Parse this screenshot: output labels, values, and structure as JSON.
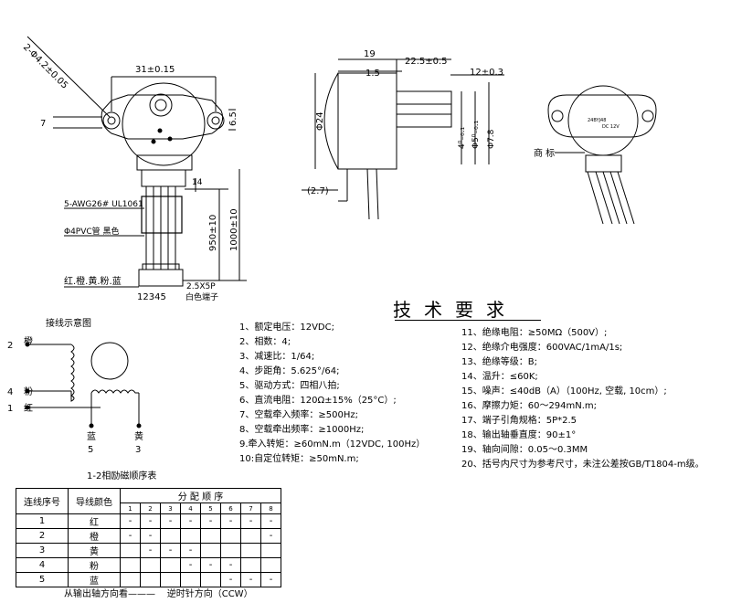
{
  "dims": {
    "hole_spec": "2-Φ4.2±0.05",
    "mount_spacing": "31±0.15",
    "dim_7": "7",
    "dim_6_5": "6.5",
    "wire_spec": "5-AWG26# UL1061",
    "tube_spec": "Φ4PVC管 黑色",
    "dim_14": "14",
    "dim_950": "950±10",
    "dim_1000": "1000±10",
    "colors_label": "红.橙.黄.粉.蓝",
    "pin_numbers": "12345",
    "connector_spec": "2.5X5P",
    "connector_color": "白色端子",
    "dim_19": "19",
    "dim_22_5": "22.5±0.5",
    "dim_1_5": "1.5",
    "dim_12": "12±0.3",
    "dim_24": "Φ24",
    "dim_4": "4⁰₋₀.₁",
    "dim_5": "Φ5⁰₋₀.₁",
    "dim_7_8": "Φ7.8",
    "dim_2_7": "(2.7)",
    "trademark": "商  标",
    "label_line1": "24BYJ48",
    "label_line2": "DC 12V"
  },
  "wiring": {
    "title": "接线示意图",
    "pins": [
      {
        "num": "2",
        "color": "橙"
      },
      {
        "num": "4",
        "color": "粉"
      },
      {
        "num": "1",
        "color": "红"
      }
    ],
    "bottom_pins": [
      {
        "color": "蓝",
        "num": "5"
      },
      {
        "color": "黄",
        "num": "3"
      }
    ]
  },
  "tech": {
    "title": "技术要求",
    "left": [
      "1、额定电压：12VDC;",
      "2、相数：4;",
      "3、减速比：1/64;",
      "4、步距角：5.625°/64;",
      "5、驱动方式：四相八拍;",
      "6、直流电阻：120Ω±15%（25°C）;",
      "7、空载牵入频率：≥500Hz;",
      "8、空载牵出频率：≥1000Hz;",
      "9.牵入转矩：≥60mN.m（12VDC, 100Hz）",
      "10:自定位转矩：≥50mN.m;"
    ],
    "right": [
      "11、绝缘电阻：≥50MΩ（500V）;",
      "12、绝缘介电强度：600VAC/1mA/1s;",
      "13、绝缘等级：B;",
      "14、温升：≤60K;",
      "15、噪声：≤40dB（A）（100Hz, 空载, 10cm）;",
      "16、摩擦力矩：60～294mN.m;",
      "17、端子引角规格：5P*2.5",
      "18、输出轴垂直度：90±1°",
      "19、轴向间隙：0.05～0.3MM",
      "20、括号内尺寸为参考尺寸，未注公差按GB/T1804-m级。"
    ]
  },
  "table": {
    "caption": "1-2相励磁顺序表",
    "header_wire": "连线序号",
    "header_color": "导线颜色",
    "header_seq": "分 配 顺 序",
    "steps": [
      "1",
      "2",
      "3",
      "4",
      "5",
      "6",
      "7",
      "8"
    ],
    "rows": [
      {
        "num": "1",
        "color": "红",
        "cells": [
          "-",
          "-",
          "-",
          "-",
          "-",
          "-",
          "-",
          "-"
        ]
      },
      {
        "num": "2",
        "color": "橙",
        "cells": [
          "-",
          "-",
          "",
          "",
          "",
          "",
          "",
          "-"
        ]
      },
      {
        "num": "3",
        "color": "黄",
        "cells": [
          "",
          "-",
          "-",
          "-",
          "",
          "",
          "",
          ""
        ]
      },
      {
        "num": "4",
        "color": "粉",
        "cells": [
          "",
          "",
          "",
          "-",
          "-",
          "-",
          "",
          ""
        ]
      },
      {
        "num": "5",
        "color": "蓝",
        "cells": [
          "",
          "",
          "",
          "",
          "",
          "-",
          "-",
          "-"
        ]
      }
    ]
  },
  "direction": {
    "from": "从输出轴方向看",
    "dir": "逆时针方向（CCW）"
  }
}
